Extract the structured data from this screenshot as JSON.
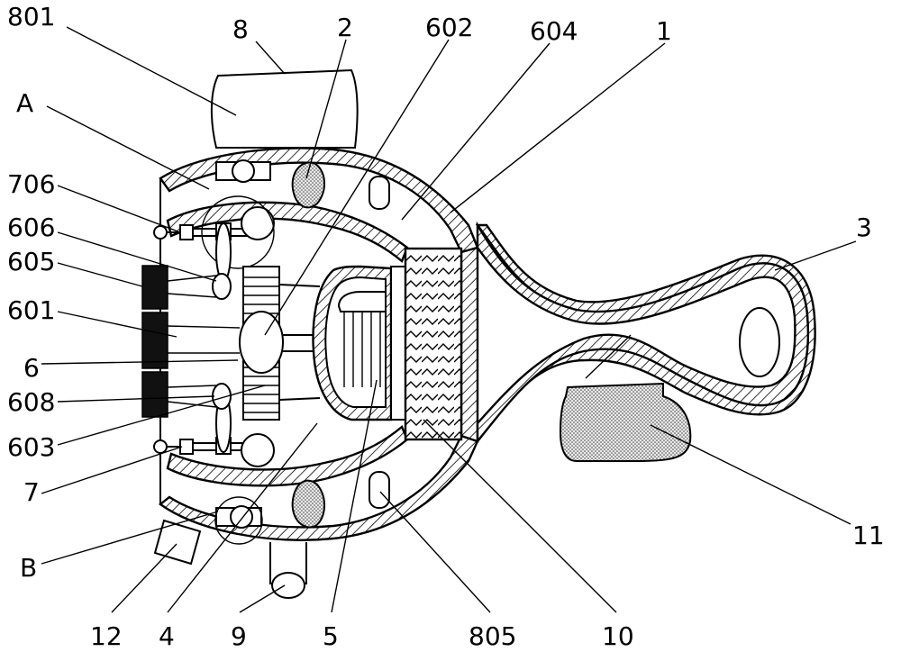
{
  "labels": {
    "l801": "801",
    "l8": "8",
    "l2": "2",
    "l602": "602",
    "l604": "604",
    "l1": "1",
    "lA": "A",
    "l706": "706",
    "l606": "606",
    "l605": "605",
    "l601": "601",
    "l6": "6",
    "l608": "608",
    "l603": "603",
    "l7": "7",
    "lB": "B",
    "l12": "12",
    "l4": "4",
    "l9": "9",
    "l5": "5",
    "l805": "805",
    "l10": "10",
    "l11": "11",
    "l3": "3"
  }
}
